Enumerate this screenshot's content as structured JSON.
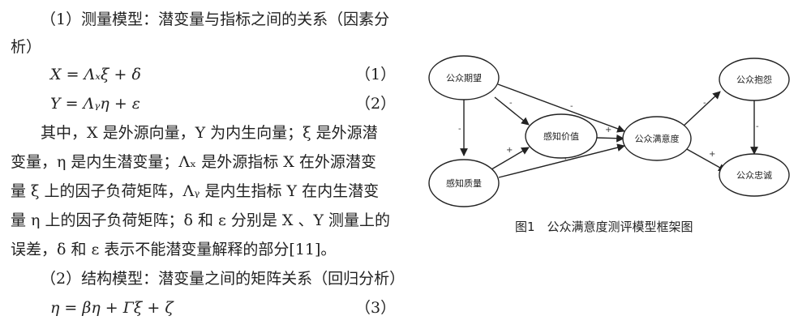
{
  "text": {
    "l1": "（1）测量模型：潜变量与指标之间的关系（因素分",
    "l2": "析）",
    "eq1": "X = Λₓξ + δ",
    "eq1_no": "（1）",
    "eq2": "Y = Λᵧη + ε",
    "eq2_no": "（2）",
    "p1": "其中，X 是外源向量，Y 为内生向量；ξ 是外源潜",
    "p2": "变量，η 是内生潜变量；Λₓ 是外源指标 X 在外源潜变",
    "p3": "量 ξ 上的因子负荷矩阵，Λᵧ 是内生指标 Y 在内生潜变",
    "p4": "量 η 上的因子负荷矩阵；δ 和 ε 分别是 X 、Y 测量上的",
    "p5": "误差，δ 和 ε 表示不能潜变量解释的部分[11]。",
    "l3": "（2）结构模型：潜变量之间的矩阵关系（回归分析）",
    "eq3": "η = βη + Γξ + ζ",
    "eq3_no": "（3）"
  },
  "figure": {
    "caption": "图1　公众满意度测评模型框架图",
    "nodes": {
      "expect": "公众期望",
      "value": "感知价值",
      "quality": "感知质量",
      "satisfaction": "公众满意度",
      "complaint": "公众抱怨",
      "loyalty": "公众忠诚"
    },
    "edge_signs": {
      "expect_value": "-",
      "expect_satisfaction": "-",
      "expect_quality": "-",
      "quality_value": "+",
      "quality_satisfaction": "+",
      "value_satisfaction": "+",
      "satisfaction_complaint": "-",
      "satisfaction_loyalty": "+",
      "complaint_loyalty": "-"
    }
  }
}
